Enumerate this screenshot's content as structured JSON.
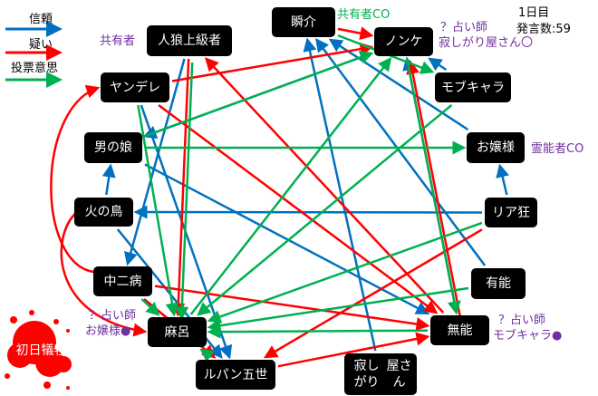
{
  "legend": [
    {
      "label": "信頼",
      "color": "#0070c0"
    },
    {
      "label": "疑い",
      "color": "#ff0000"
    },
    {
      "label": "投票意思",
      "color": "#00b050"
    }
  ],
  "day": "1日目",
  "post_count": "発言数:59",
  "nodes": {
    "shunsuke": "瞬介",
    "nonke": "ノンケ",
    "mob": "モブキャラ",
    "ojou": "お嬢様",
    "riakyo": "リア狂",
    "yuunou": "有能",
    "munou": "無能",
    "sabishi": "寂しがり屋さん",
    "lupin": "ルパン五世",
    "maro": "麻呂",
    "victim": "初日犠牲者",
    "chuuni": "中二病",
    "hinotori": "火の鳥",
    "otokonoko": "男の娘",
    "yandere": "ヤンデレ",
    "jinrou": "人狼上級者"
  },
  "sabishi_lines": [
    "寂しがり",
    "屋さん"
  ],
  "annotations": {
    "jinrou": "共有者",
    "shunsuke": "共有者CO",
    "nonke_1": "？占い師",
    "nonke_2": "寂しがり屋さん〇",
    "ojou": "霊能者CO",
    "maro_1": "？占い師",
    "maro_2": "お嬢様●",
    "munou_1": "？占い師",
    "munou_2": "モブキャラ●"
  },
  "colors": {
    "trust": "#0070c0",
    "doubt": "#ff0000",
    "vote": "#00b050",
    "note": "#7030a0",
    "blood": "#ff0000"
  },
  "edges": [
    {
      "from": "hinotori",
      "to": "otokonoko",
      "type": "trust"
    },
    {
      "from": "riakyo",
      "to": "ojou",
      "type": "trust"
    },
    {
      "from": "mob",
      "to": "nonke",
      "type": "trust"
    },
    {
      "from": "riakyo",
      "to": "hinotori",
      "type": "trust"
    },
    {
      "from": "ojou",
      "to": "shunsuke",
      "type": "trust"
    },
    {
      "from": "nonke",
      "to": "otokonoko",
      "type": "trust"
    },
    {
      "from": "jinrou",
      "to": "chuuni",
      "type": "trust"
    },
    {
      "from": "yuunou",
      "to": "shunsuke",
      "type": "trust"
    },
    {
      "from": "sabishi",
      "to": "shunsuke",
      "type": "trust"
    },
    {
      "from": "munou",
      "to": "nonke",
      "type": "trust"
    },
    {
      "from": "yandere",
      "to": "lupin",
      "type": "trust"
    },
    {
      "from": "otokonoko",
      "to": "munou",
      "type": "trust"
    },
    {
      "from": "hinotori",
      "to": "lupin",
      "type": "trust"
    },
    {
      "from": "shunsuke",
      "to": "nonke",
      "type": "doubt"
    },
    {
      "from": "yandere",
      "to": "nonke",
      "type": "doubt"
    },
    {
      "from": "munou",
      "to": "jinrou",
      "type": "doubt"
    },
    {
      "from": "yandere",
      "to": "munou",
      "type": "doubt"
    },
    {
      "from": "chuuni",
      "to": "munou",
      "type": "doubt"
    },
    {
      "from": "chuuni",
      "to": "lupin",
      "type": "doubt"
    },
    {
      "from": "riakyo",
      "to": "lupin",
      "type": "doubt"
    },
    {
      "from": "lupin",
      "to": "munou",
      "type": "doubt"
    },
    {
      "from": "munou",
      "to": "nonke",
      "type": "doubt"
    },
    {
      "from": "jinrou",
      "to": "maro",
      "type": "doubt"
    },
    {
      "from": "shunsuke",
      "to": "mob",
      "type": "vote"
    },
    {
      "from": "mob",
      "to": "maro",
      "type": "vote"
    },
    {
      "from": "maro",
      "to": "nonke",
      "type": "vote"
    },
    {
      "from": "otokonoko",
      "to": "ojou",
      "type": "vote"
    },
    {
      "from": "riakyo",
      "to": "maro",
      "type": "vote"
    },
    {
      "from": "yuunou",
      "to": "maro",
      "type": "vote"
    },
    {
      "from": "munou",
      "to": "maro",
      "type": "vote"
    },
    {
      "from": "lupin",
      "to": "maro",
      "type": "vote"
    },
    {
      "from": "chuuni",
      "to": "maro",
      "type": "vote"
    },
    {
      "from": "jinrou",
      "to": "maro",
      "type": "vote"
    },
    {
      "from": "yandere",
      "to": "maro",
      "type": "vote"
    },
    {
      "from": "nonke",
      "to": "munou",
      "type": "vote"
    },
    {
      "from": "otokonoko",
      "to": "nonke",
      "type": "vote"
    }
  ],
  "curves": [
    {
      "from": "chuuni",
      "to": "yandere",
      "type": "doubt"
    },
    {
      "from": "hinotori",
      "to": "maro",
      "type": "doubt"
    }
  ]
}
